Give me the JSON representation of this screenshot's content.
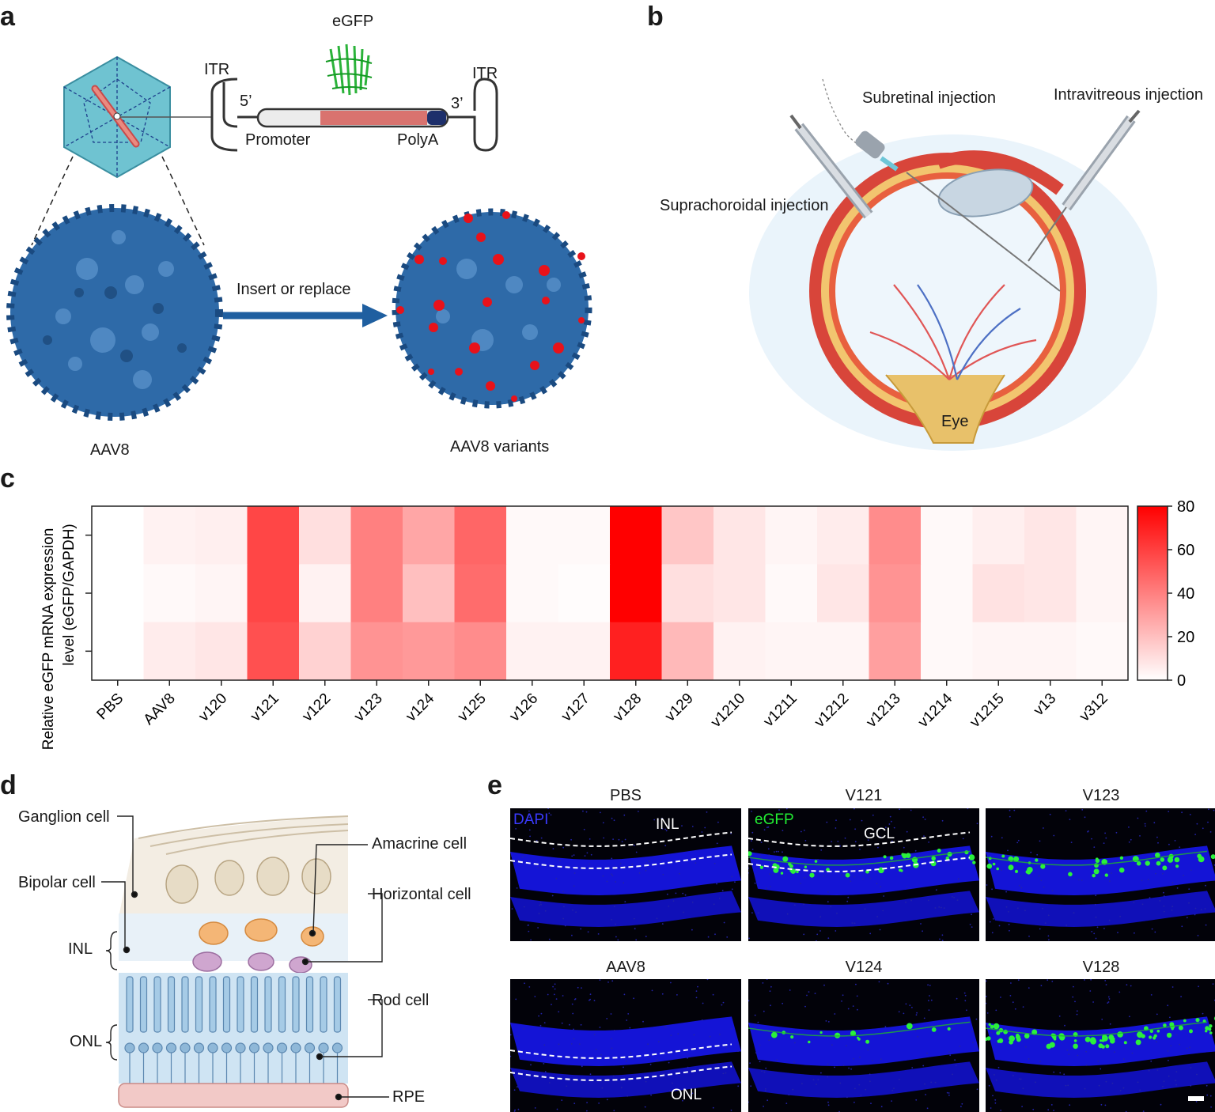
{
  "panels": {
    "a": {
      "label": "a",
      "egfp": "eGFP",
      "itr_left": "ITR",
      "itr_right": "ITR",
      "five_prime": "5’",
      "three_prime": "3’",
      "promoter": "Promoter",
      "polya": "PolyA",
      "arrow_text": "Insert or replace",
      "aav8": "AAV8",
      "variants": "AAV8 variants"
    },
    "b": {
      "label": "b",
      "subretinal": "Subretinal injection",
      "intravitreous": "Intravitreous injection",
      "suprachoroidal": "Suprachoroidal injection",
      "eye": "Eye"
    },
    "c": {
      "label": "c"
    },
    "d": {
      "label": "d",
      "ganglion": "Ganglion cell",
      "bipolar": "Bipolar cell",
      "inl": "INL",
      "onl": "ONL",
      "amacrine": "Amacrine cell",
      "horizontal": "Horizontal cell",
      "rod": "Rod cell",
      "rpe": "RPE"
    },
    "e": {
      "label": "e",
      "titles": [
        "PBS",
        "V121",
        "V123",
        "AAV8",
        "V124",
        "V128"
      ],
      "dapi": "DAPI",
      "egfp": "eGFP",
      "inl": "INL",
      "gcl": "GCL",
      "onl": "ONL"
    }
  },
  "colors": {
    "aav": "#2e6aa8",
    "red": "#ff0000",
    "dapi": "#1a1aff",
    "gfp": "#22ee33",
    "arrow": "#1f5fa0"
  },
  "chart_data": {
    "type": "heatmap",
    "categories": [
      "PBS",
      "AAV8",
      "v120",
      "v121",
      "v122",
      "v123",
      "v124",
      "v125",
      "v126",
      "v127",
      "v128",
      "v129",
      "v1210",
      "v1211",
      "v1212",
      "v1213",
      "v1214",
      "v1215",
      "v13",
      "v312"
    ],
    "ylabel_line1": "Relative eGFP  mRNA expression",
    "ylabel_line2": "level (eGFP/GAPDH)",
    "rows": [
      [
        0,
        4,
        5,
        58,
        10,
        40,
        28,
        48,
        2,
        2,
        80,
        18,
        8,
        3,
        6,
        36,
        2,
        5,
        8,
        3
      ],
      [
        0,
        2,
        3,
        58,
        4,
        40,
        20,
        46,
        2,
        1,
        80,
        10,
        8,
        2,
        8,
        34,
        2,
        9,
        8,
        3
      ],
      [
        0,
        6,
        8,
        55,
        14,
        34,
        32,
        36,
        4,
        4,
        70,
        22,
        4,
        3,
        3,
        30,
        2,
        3,
        3,
        2
      ]
    ],
    "colorbar": {
      "min": 0,
      "max": 80,
      "ticks": [
        0,
        20,
        40,
        60,
        80
      ]
    }
  }
}
